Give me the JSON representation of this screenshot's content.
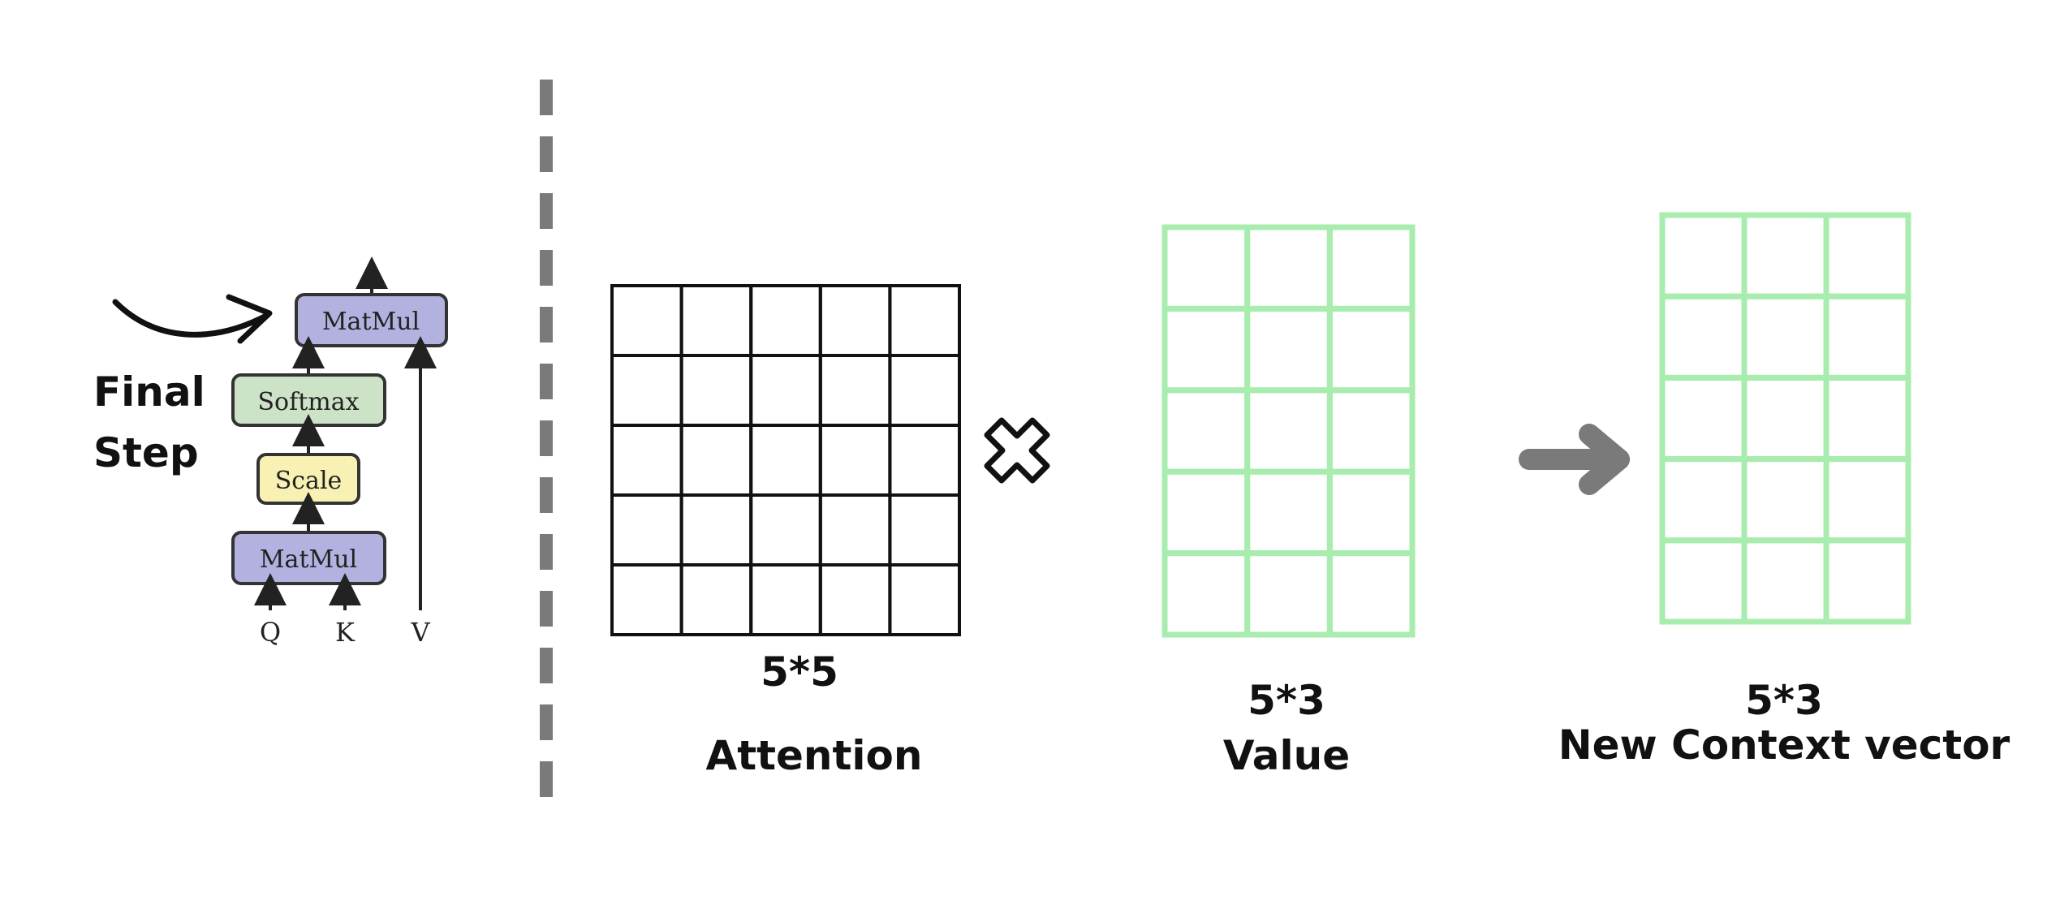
{
  "left_panel": {
    "callout": {
      "line1": "Final",
      "line2": "Step"
    },
    "diagram": {
      "matmul_top": "MatMul",
      "softmax": "Softmax",
      "scale": "Scale",
      "matmul_bottom": "MatMul",
      "inputs": {
        "q": "Q",
        "k": "K",
        "v": "V"
      }
    }
  },
  "attention": {
    "rows": 5,
    "cols": 5,
    "dims": "5*5",
    "name": "Attention",
    "color": "#111111"
  },
  "operator": {
    "icon": "multiply-icon"
  },
  "value": {
    "rows": 5,
    "cols": 3,
    "dims": "5*3",
    "name": "Value",
    "color": "#a8ecae"
  },
  "result_arrow": {
    "icon": "right-arrow-icon",
    "color": "#7a7a7a"
  },
  "context": {
    "rows": 5,
    "cols": 3,
    "dims": "5*3",
    "name": "New Context vector",
    "color": "#a8ecae"
  },
  "colors": {
    "matmul_fill": "#b3b1df",
    "softmax_fill": "#cde3c8",
    "scale_fill": "#f8f1b3",
    "divider": "#7a7a7a"
  }
}
